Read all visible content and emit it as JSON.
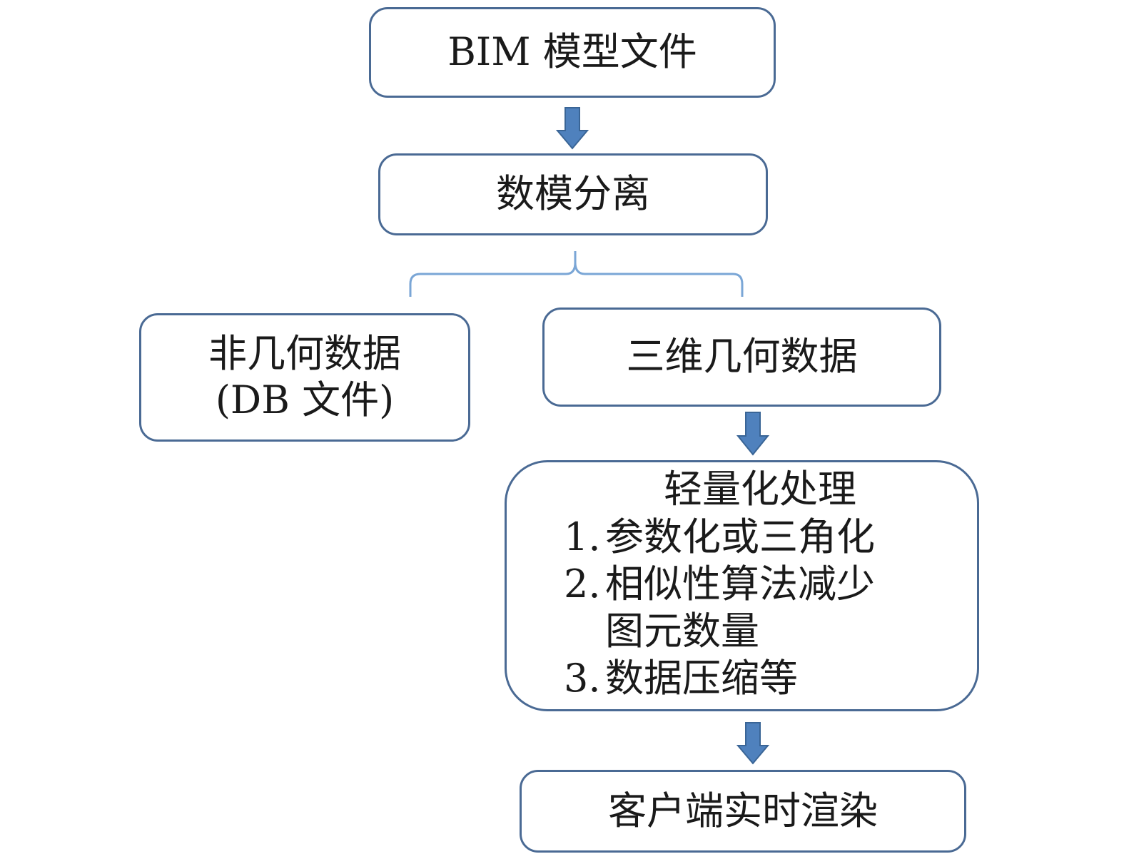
{
  "diagram": {
    "nodes": {
      "bim_model": {
        "label": "BIM 模型文件"
      },
      "separation": {
        "label": "数模分离"
      },
      "non_geometric": {
        "line1": "非几何数据",
        "line2": "(DB 文件)"
      },
      "geometric_3d": {
        "label": "三维几何数据"
      },
      "lightweight": {
        "title": "轻量化处理",
        "items": [
          {
            "num": "1.",
            "text": "参数化或三角化"
          },
          {
            "num": "2.",
            "text": "相似性算法减少"
          },
          {
            "num": "",
            "text": "图元数量"
          },
          {
            "num": "3.",
            "text": "数据压缩等"
          }
        ]
      },
      "client_render": {
        "label": "客户端实时渲染"
      }
    },
    "colors": {
      "box_border": "#4a6a94",
      "arrow_fill": "#4f81bd",
      "arrow_stroke": "#3a6596",
      "brace": "#7aa6d6"
    }
  }
}
